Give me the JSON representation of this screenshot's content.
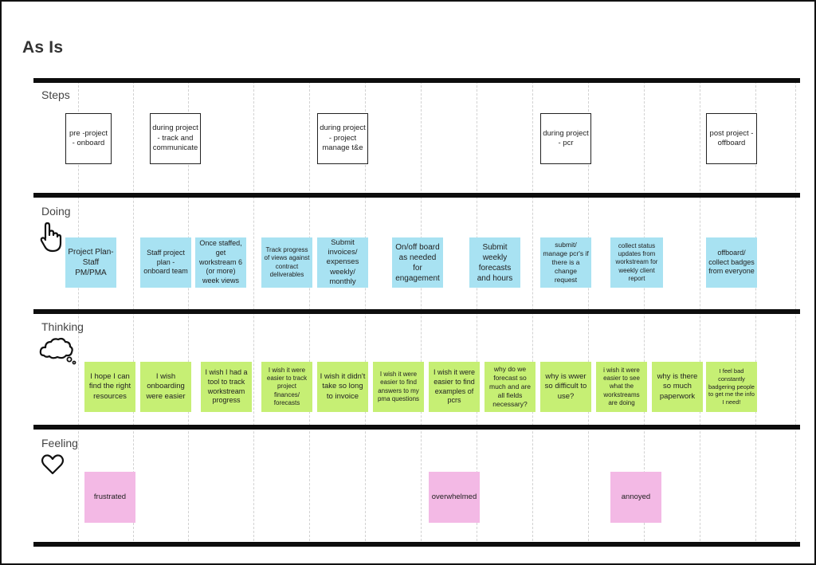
{
  "board": {
    "title": "As Is"
  },
  "lanes": {
    "steps": {
      "label": "Steps"
    },
    "doing": {
      "label": "Doing",
      "icon": "hand-pointer-icon"
    },
    "thinking": {
      "label": "Thinking",
      "icon": "thought-cloud-icon"
    },
    "feeling": {
      "label": "Feeling",
      "icon": "heart-icon"
    }
  },
  "steps": [
    "pre -project - onboard",
    "during project - track and communicate",
    "during project - project manage t&e",
    "during project - pcr",
    "post project - offboard"
  ],
  "doing": [
    "Project Plan- Staff PM/PMA",
    "Staff project plan - onboard team",
    "Once staffed, get workstream 6 (or more) week views",
    "Track progress of views against contract deliverables",
    "Submit invoices/ expenses weekly/ monthly",
    "On/off board as needed for engagement",
    "Submit weekly forecasts and hours",
    "submit/ manage pcr's if there is a change request",
    "collect status updates from workstream for weekly client report",
    "offboard/ collect badges from everyone"
  ],
  "thinking": [
    "I hope I can find the right resources",
    "I wish onboarding were easier",
    "I wish I had a tool to track workstream progress",
    "I wish it were easier to track project finances/ forecasts",
    "I wish it didn't take so long to invoice",
    "I wish it were easier to find answers to my pma questions",
    "I wish it were easier to find examples of pcrs",
    "why do we forecast so much and are all fields necessary?",
    "why is wwer so difficult to use?",
    "i wish it were easier to see what the workstreams are doing",
    "why is there so much paperwork",
    "I feel bad constantly badgering people to get me the info I need!"
  ],
  "feeling": [
    "frustrated",
    "overwhelmed",
    "annoyed"
  ],
  "colors": {
    "doing_note": "#a8e2f2",
    "thinking_note": "#c6ef74",
    "feeling_note": "#f3b9e5",
    "lane_bar": "#0d0d0d",
    "grid_line": "#d2d2d2"
  }
}
